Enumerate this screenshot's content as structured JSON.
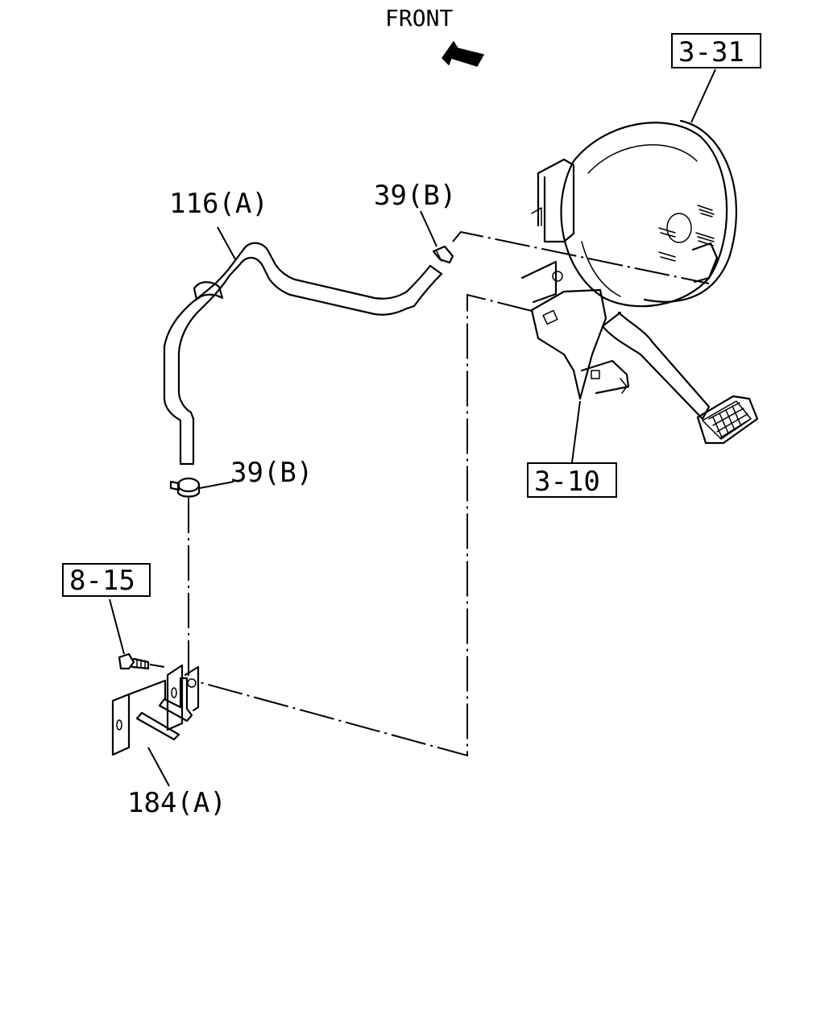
{
  "front_label": "FRONT",
  "callouts": {
    "booster": "3-31",
    "pedal_bracket": "3-10",
    "bolt_ref": "8-15",
    "vacuum_hose": "116(A)",
    "clip_upper": "39(B)",
    "clip_lower": "39(B)",
    "bracket": "184(A)"
  }
}
